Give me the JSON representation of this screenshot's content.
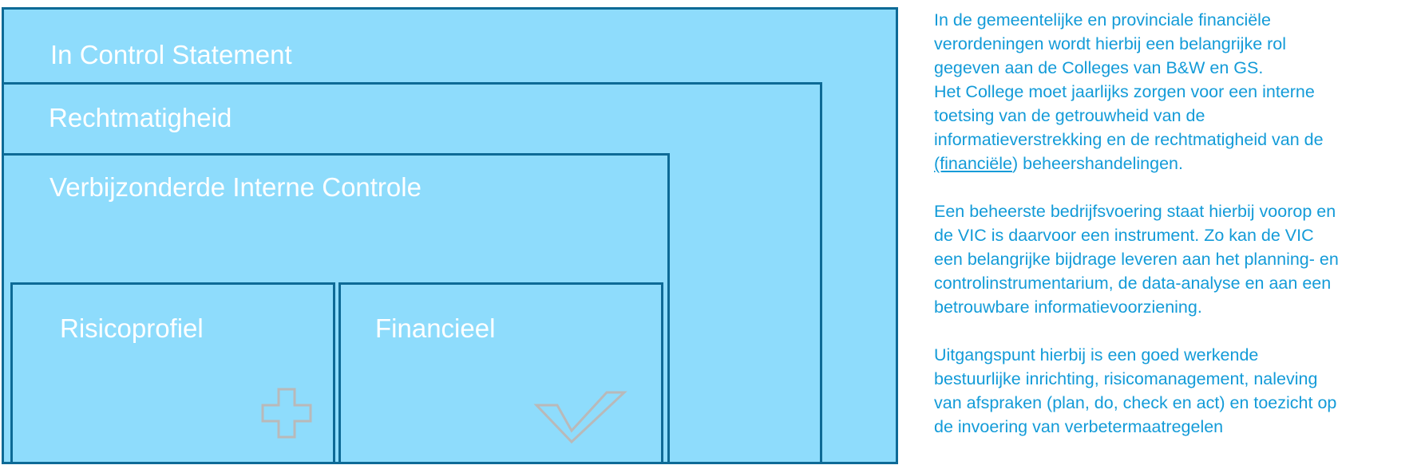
{
  "diagram": {
    "outer": {
      "label": "In Control Statement"
    },
    "middle": {
      "label": "Rechtmatigheid"
    },
    "inner": {
      "label": "Verbijzonderde Interne Controle"
    },
    "left": {
      "label": "Risicoprofiel",
      "icon": "plus-icon"
    },
    "right": {
      "label": "Financieel",
      "icon": "check-icon"
    }
  },
  "colors": {
    "box_fill": "#8edcfc",
    "box_border": "#0d6a96",
    "label_text": "#ffffff",
    "body_text": "#139bd8",
    "icon_stroke": "#b9b9b9"
  },
  "text_panel": {
    "p1": {
      "l1": "In de gemeentelijke en provinciale financiële",
      "l2": "verordeningen wordt hierbij een belangrijke rol",
      "l3": "gegeven aan de Colleges van B&W en GS.",
      "l4": "Het College moet jaarlijks zorgen voor een interne",
      "l5": "toetsing van de getrouwheid van de",
      "l6": "informatieverstrekking en de rechtmatigheid van de",
      "l7_link": "(financiële",
      "l7_rest": ") beheershandelingen."
    },
    "p2": {
      "l1": "Een beheerste bedrijfsvoering staat hierbij voorop en",
      "l2": "de VIC is daarvoor een instrument. Zo kan de VIC",
      "l3": "een belangrijke bijdrage leveren aan het planning- en",
      "l4": "controlinstrumentarium, de data-analyse en aan een",
      "l5": "betrouwbare informatievoorziening."
    },
    "p3": {
      "l1": "Uitgangspunt hierbij is een goed werkende",
      "l2": "bestuurlijke inrichting, risicomanagement, naleving",
      "l3": "van afspraken (plan, do, check en act) en toezicht op",
      "l4": "de invoering van verbetermaatregelen"
    }
  }
}
